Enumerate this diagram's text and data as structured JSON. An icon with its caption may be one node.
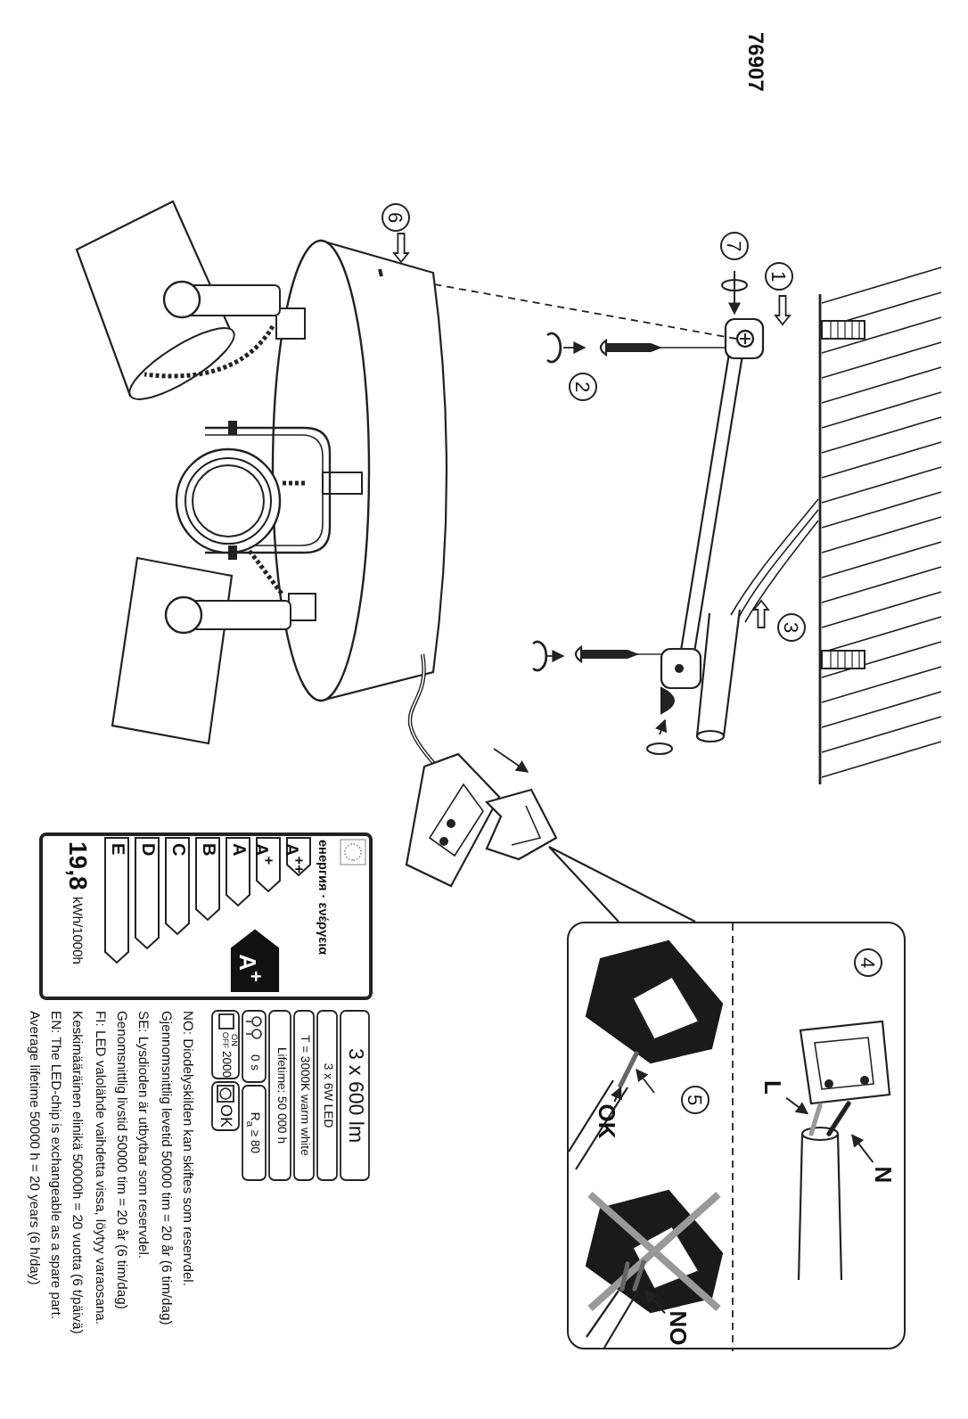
{
  "diagram": {
    "nodes": [
      {
        "text": [],
        "shape": "box"
      },
      {
        "text": [
          "L"
        ],
        "in": 0
      },
      {
        "text": [
          "N"
        ],
        "in": 0
      },
      {
        "text": [],
        "shape": "picture",
        "in": 0
      },
      {
        "text": [],
        "shape": "picture",
        "in": 0
      },
      {
        "text": [
          "OK"
        ],
        "in": 0
      },
      {
        "text": [
          "NO"
        ],
        "in": 0
      },
      {
        "text": [],
        "shape": "picture",
        "in": 0
      },
      {
        "text": [],
        "shape": "picture",
        "in": 0
      }
    ],
    "edges": [
      {
        "from": 1,
        "to": 3,
        "arrow": "to"
      },
      {
        "from": 2,
        "to": 4,
        "arrow": "to"
      },
      {
        "from": 5,
        "to": 7,
        "arrow": "to"
      },
      {
        "from": 6,
        "to": 8,
        "arrow": "to"
      }
    ],
    "labels": [
      "76907",
      "7",
      "1",
      "2",
      "6",
      "3",
      "4",
      "5",
      "енергия · ενέργεια",
      "A$^{++}$",
      "A$^{+}$",
      "A",
      "B",
      "C",
      "D",
      "E",
      "A$^{+}$",
      "19,8",
      "kWh/1000h",
      "3 x 600 lm",
      "3 x 6W LED",
      "T = 3000K warm white",
      "Lifetime: 50 000 h",
      "0 s",
      "R$_{a}$ ≥ 80",
      "ON OFF",
      "2000",
      "OK",
      "NO: Diodelyskilden kan skiftes som reservdel.",
      "Gjennomsnittlig levetid 50000 tim = 20 år (6 tim/dag)",
      "SE: Lysdioden är utbytbar som reservdel.",
      "Genomsnittlig livstid 50000 tim = 20 år (6 tim/dag)",
      "FI: LED valolähde vaihdetta vissa, löytyy varaosana.",
      "Keskimääräinen elinikä 50000h = 20 vuotta (6 t/päivä)",
      "EN: The LED-chip is exchangeable as a spare part.",
      "Average lifetime 50000 h = 20 years (6 h/day)"
    ]
  }
}
